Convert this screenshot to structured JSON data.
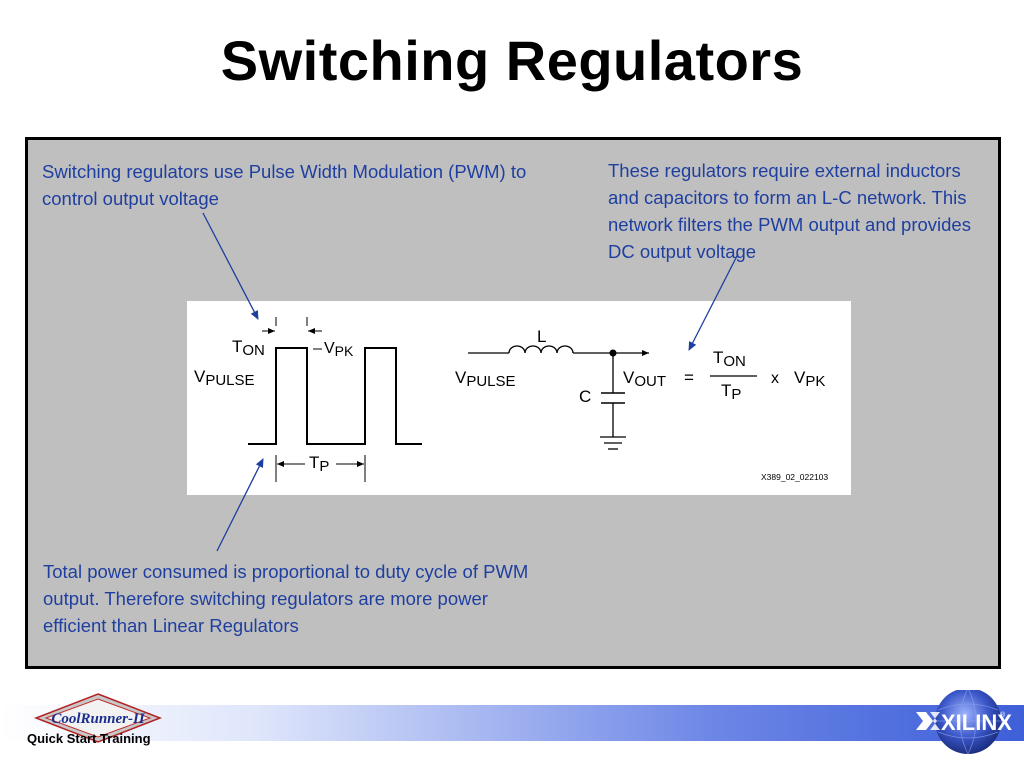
{
  "slide": {
    "title": "Switching Regulators",
    "note_pwm": [
      "Switching regulators use Pulse Width Modulation (PWM) to",
      "control output voltage"
    ],
    "note_lc": [
      "These regulators require external inductors",
      "and capacitors to form an L-C network.  This",
      "network filters the PWM output and provides",
      "DC output voltage"
    ],
    "note_power": [
      "Total power consumed is proportional to duty cycle of PWM",
      "output.  Therefore switching regulators are more power",
      "efficient than Linear Regulators"
    ]
  },
  "diagram": {
    "ton": "T",
    "ton_sub": "ON",
    "vpk": "V",
    "vpk_sub": "PK",
    "vpulse": "V",
    "vpulse_sub": "PULSE",
    "tp": "T",
    "tp_sub": "P",
    "inductor": "L",
    "capacitor": "C",
    "vpulse2": "V",
    "vpulse2_sub": "PULSE",
    "vout": "V",
    "vout_sub": "OUT",
    "equals": "=",
    "frac_num": "T",
    "frac_num_sub": "ON",
    "frac_den": "T",
    "frac_den_sub": "P",
    "times": "x",
    "vpk2": "V",
    "vpk2_sub": "PK",
    "fig_id": "X389_02_022103"
  },
  "footer": {
    "logo_text": "CoolRunner-II",
    "subtitle": "Quick Start Training",
    "brand": "XILINX",
    "registered": "®"
  }
}
